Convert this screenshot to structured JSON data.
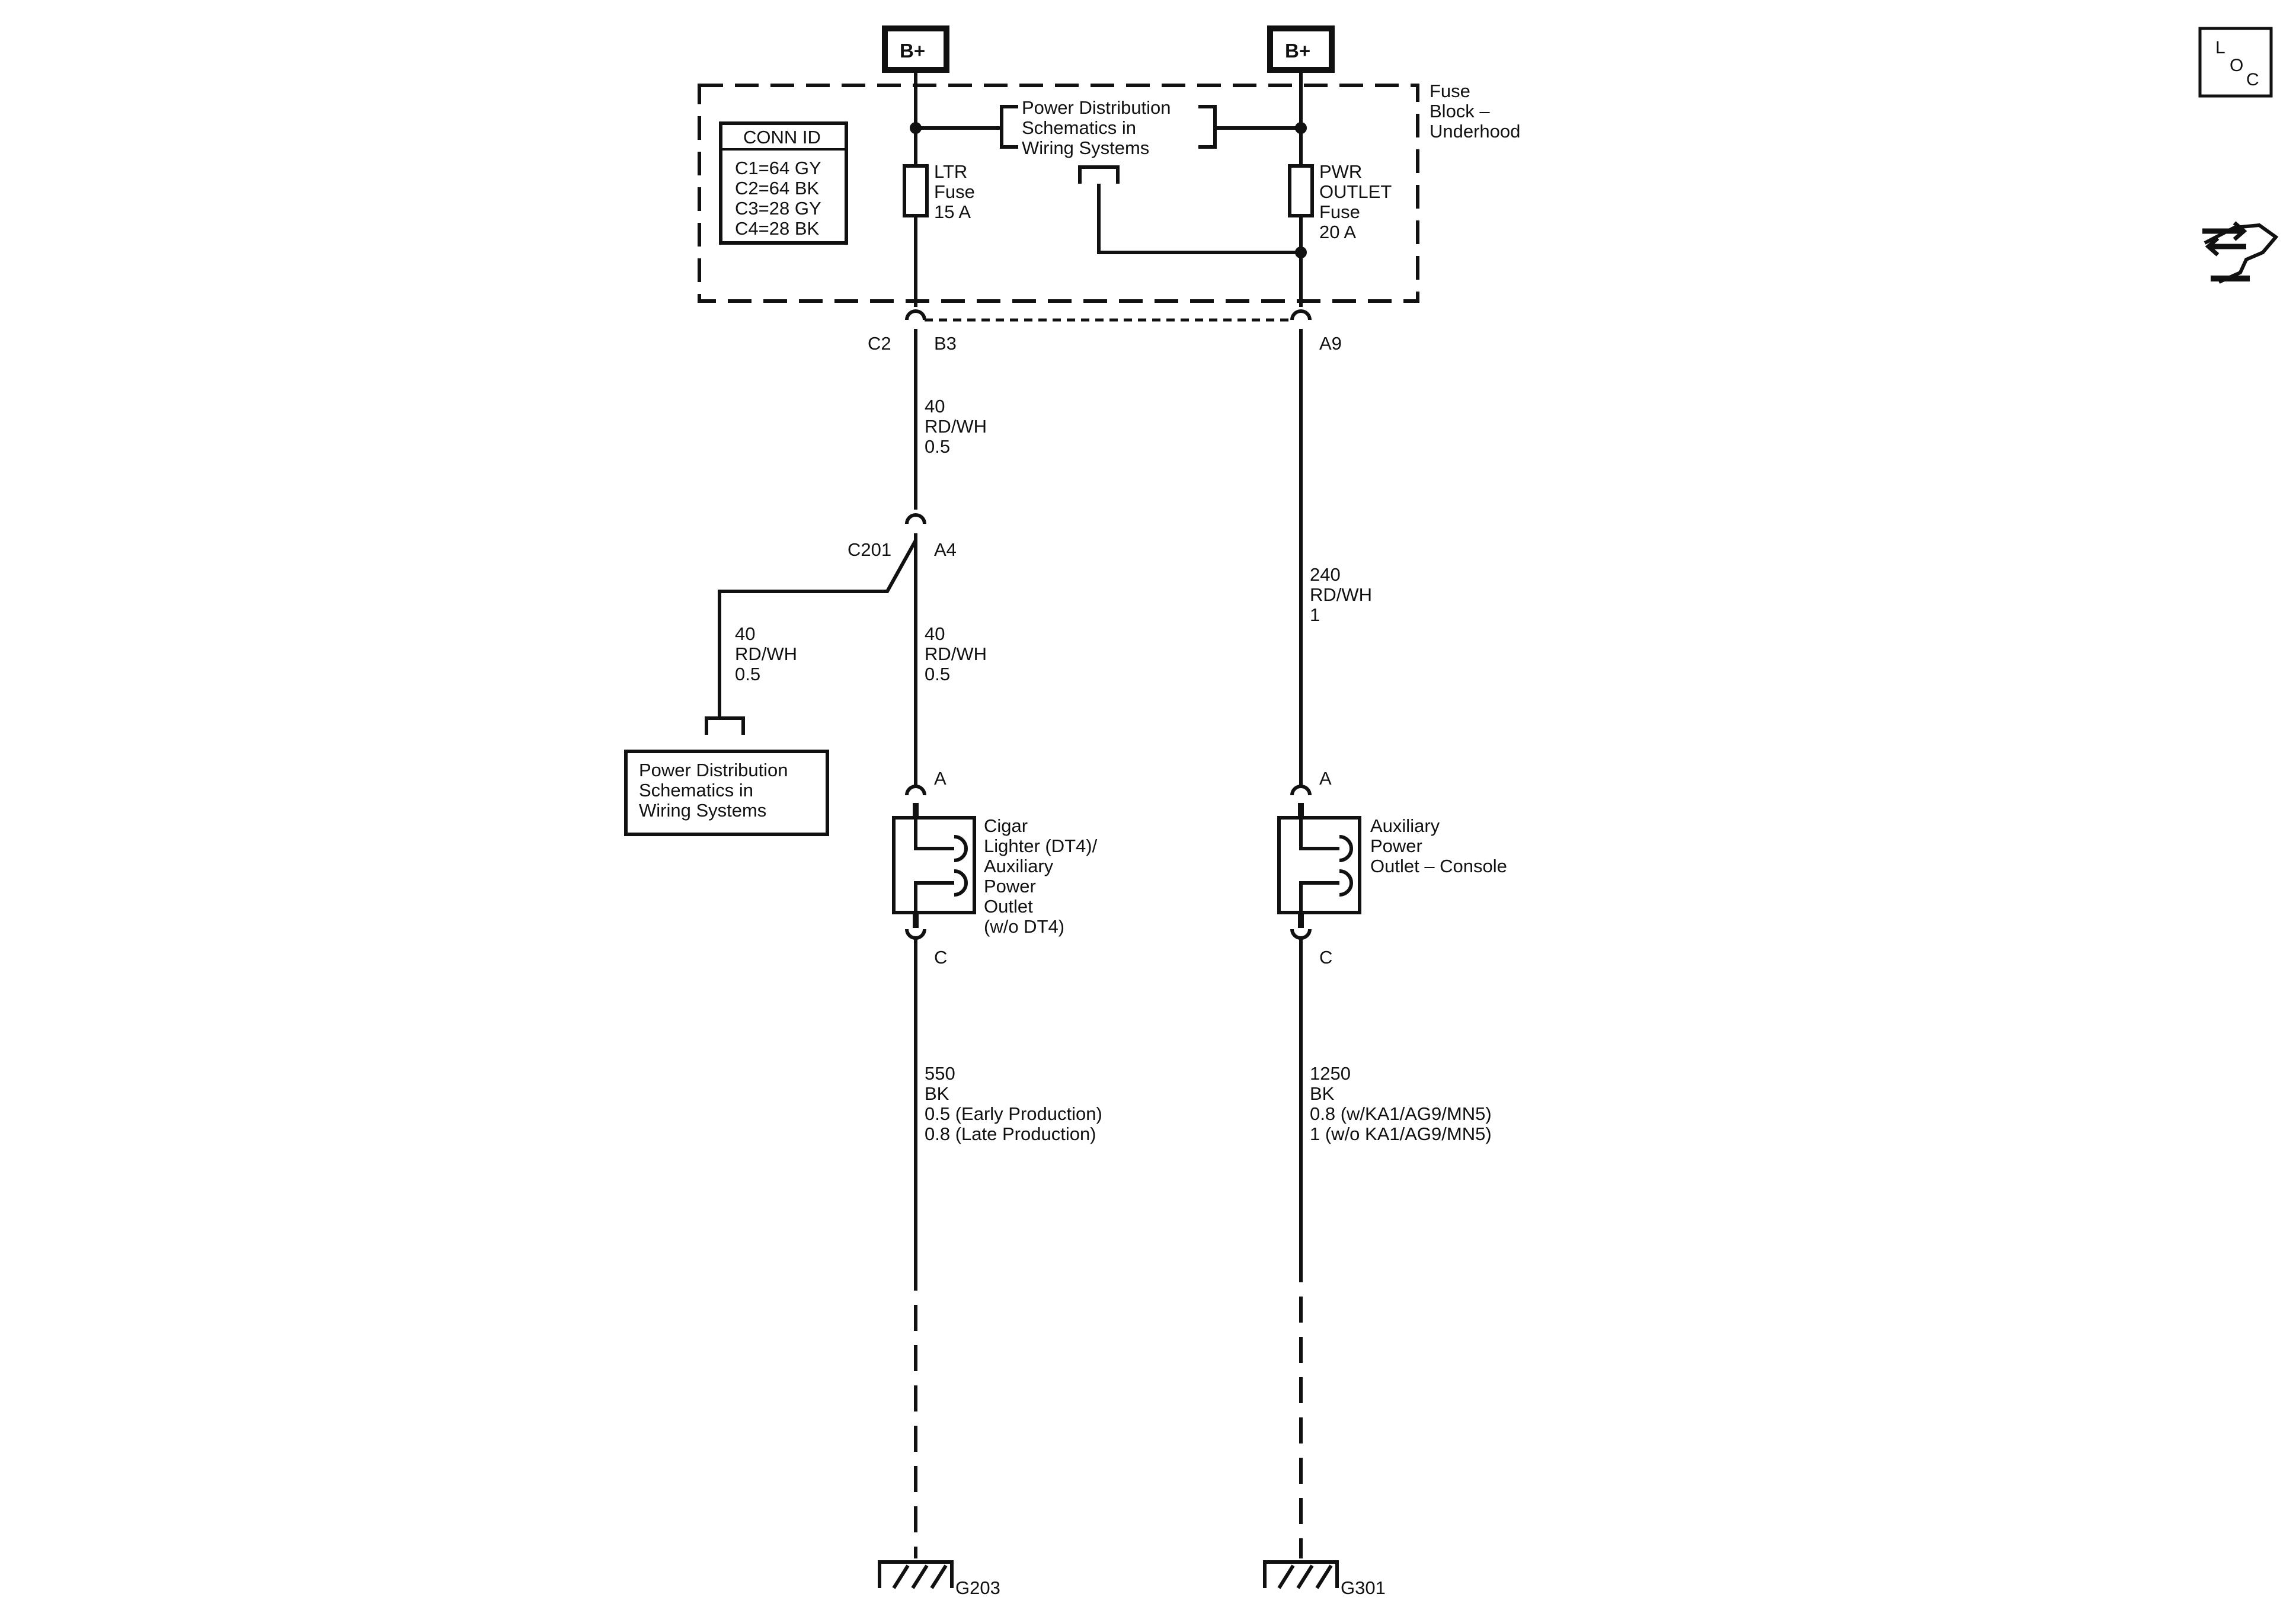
{
  "power_sources": {
    "left": "B+",
    "right": "B+"
  },
  "fuse_block": {
    "label_lines": [
      "Fuse",
      "Block –",
      "Underhood"
    ]
  },
  "conn_id": {
    "title": "CONN ID",
    "rows": [
      "C1=64 GY",
      "C2=64 BK",
      "C3=28 GY",
      "C4=28 BK"
    ]
  },
  "power_dist_ref_top": {
    "lines": [
      "Power Distribution",
      "Schematics in",
      "Wiring Systems"
    ]
  },
  "fuses": {
    "ltr": {
      "lines": [
        "LTR",
        "Fuse",
        "15 A"
      ]
    },
    "pwr_outlet": {
      "lines": [
        "PWR",
        "OUTLET",
        "Fuse",
        "20 A"
      ]
    }
  },
  "connectors": {
    "c2": "C2",
    "b3": "B3",
    "a9": "A9",
    "c201": "C201",
    "a4": "A4",
    "left_a": "A",
    "left_c": "C",
    "right_a": "A",
    "right_c": "C"
  },
  "wires": {
    "fuse_to_c201": [
      "40",
      "RD/WH",
      "0.5"
    ],
    "c201_branch": [
      "40",
      "RD/WH",
      "0.5"
    ],
    "c201_to_lighter": [
      "40",
      "RD/WH",
      "0.5"
    ],
    "pwr_fuse_to_outlet": [
      "240",
      "RD/WH",
      "1"
    ],
    "lighter_ground": [
      "550",
      "BK",
      "0.5 (Early Production)",
      "0.8 (Late Production)"
    ],
    "outlet_ground": [
      "1250",
      "BK",
      "0.8 (w/KA1/AG9/MN5)",
      "1 (w/o KA1/AG9/MN5)"
    ]
  },
  "power_dist_ref_box": {
    "lines": [
      "Power Distribution",
      "Schematics in",
      "Wiring Systems"
    ]
  },
  "components": {
    "lighter": {
      "lines": [
        "Cigar",
        "Lighter (DT4)/",
        "Auxiliary",
        "Power",
        "Outlet",
        "(w/o DT4)"
      ]
    },
    "aux_outlet": {
      "lines": [
        "Auxiliary",
        "Power",
        "Outlet – Console"
      ]
    }
  },
  "grounds": {
    "left": "G203",
    "right": "G301"
  },
  "loc_icon": {
    "letters": [
      "L",
      "O",
      "C"
    ],
    "icon": "loc-icon"
  },
  "hand_icon": {
    "icon": "hand-arrows-icon"
  }
}
